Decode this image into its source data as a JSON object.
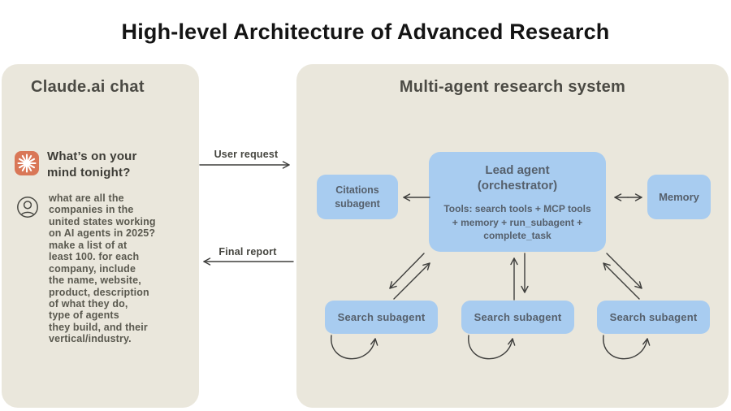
{
  "title": "High-level Architecture of Advanced Research",
  "left_panel": {
    "title": "Claude.ai chat",
    "assistant_icon": "claude-spark-icon",
    "assistant_prompt": "What’s on your\nmind tonight?",
    "user_icon": "user-avatar-icon",
    "user_query": "what are all the\ncompanies in the\nunited states working\non AI agents in 2025?\nmake a list of at\nleast 100. for each\ncompany, include\nthe name, website,\nproduct, description\nof what they do,\ntype of agents\nthey build, and their\nvertical/industry."
  },
  "flow_labels": {
    "user_request": "User request",
    "final_report": "Final report"
  },
  "right_panel": {
    "title": "Multi-agent research system",
    "citations_box": "Citations\nsubagent",
    "lead_agent": {
      "title": "Lead agent",
      "subtitle": "(orchestrator)",
      "tools": "Tools: search tools + MCP tools\n+ memory + run_subagent +\ncomplete_task"
    },
    "memory_box": "Memory",
    "search_boxes": [
      "Search subagent",
      "Search subagent",
      "Search subagent"
    ]
  },
  "colors": {
    "background": "#ffffff",
    "panel": "#eae7dc",
    "node_blue": "#a8ccf0",
    "claude_orange": "#d97757",
    "node_text": "#56606c",
    "heading_text": "#4b4a44",
    "arrow": "#3e3e3c"
  }
}
